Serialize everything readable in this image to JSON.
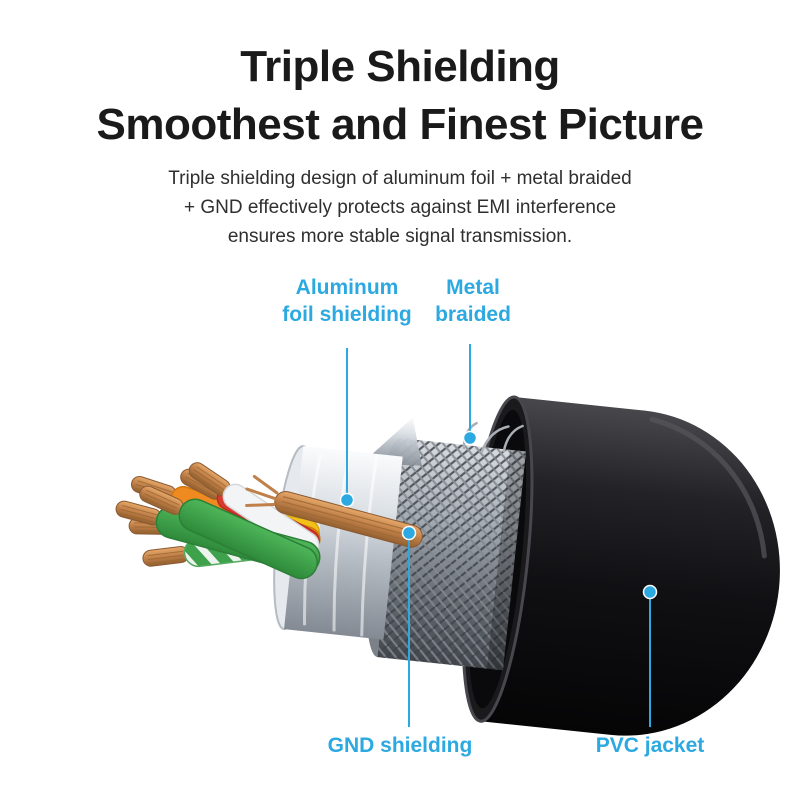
{
  "heading": {
    "line1": "Triple Shielding",
    "line2": "Smoothest and Finest Picture"
  },
  "description": {
    "line1": "Triple shielding design of aluminum foil + metal braided",
    "line2": "+ GND effectively protects against EMI interference",
    "line3": "ensures more stable signal transmission."
  },
  "callouts": {
    "aluminum_foil": {
      "line1": "Aluminum",
      "line2": "foil shielding"
    },
    "metal_braided": {
      "line1": "Metal",
      "line2": "braided"
    },
    "gnd_shielding": {
      "label": "GND shielding"
    },
    "pvc_jacket": {
      "label": "PVC jacket"
    }
  },
  "colors": {
    "accent": "#2BA9E0",
    "title": "#1A1A1A",
    "body_text": "#2F2F2F",
    "copper": "#C07F48",
    "jacket": "#101013",
    "foil": "#DDE2E7",
    "braid": "#A6ACB3",
    "wire_green": "#3FA94C",
    "wire_yellow": "#F2C117",
    "wire_orange": "#EE8A1F",
    "wire_red": "#D93A2E",
    "wire_white": "#F3F4F5",
    "background": "#FFFFFF"
  }
}
